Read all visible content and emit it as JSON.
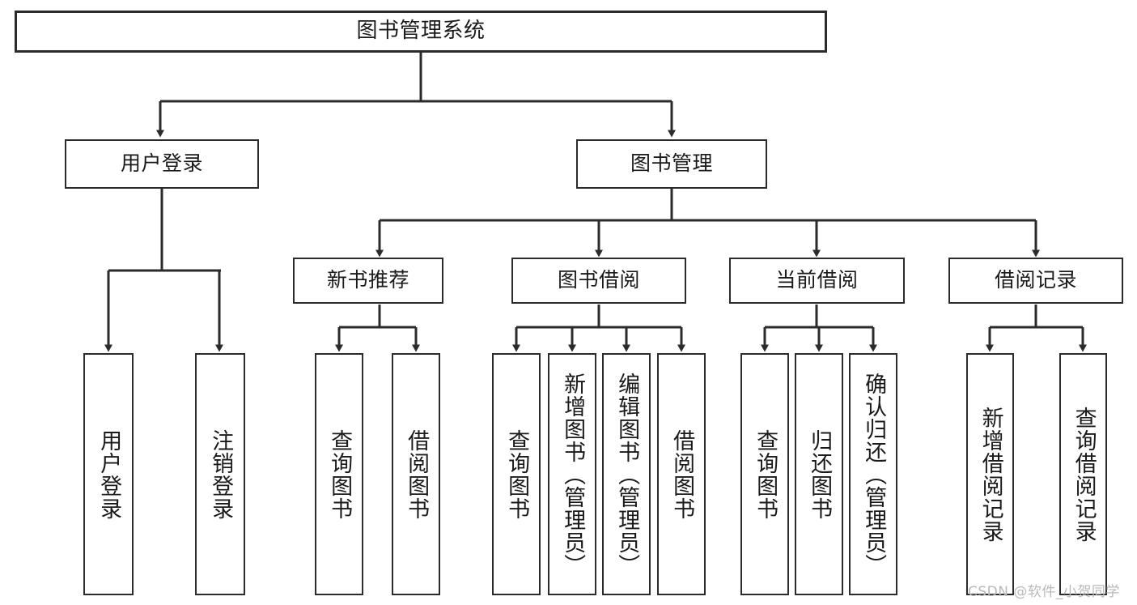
{
  "diagram": {
    "type": "tree-hierarchy",
    "title": "图书管理系统",
    "watermark": "CSDN @软件_小贺同学",
    "colors": {
      "stroke": "#2b2b2b",
      "fill": "#ffffff",
      "text": "#1a1a1a",
      "watermark": "#b9b9b9"
    },
    "nodes": {
      "root": {
        "label": "图书管理系统"
      },
      "level2": [
        {
          "label": "用户登录"
        },
        {
          "label": "图书管理"
        }
      ],
      "level3": [
        {
          "label": "新书推荐"
        },
        {
          "label": "图书借阅"
        },
        {
          "label": "当前借阅"
        },
        {
          "label": "借阅记录"
        }
      ],
      "leaves_user_login": [
        {
          "label": "用户登录"
        },
        {
          "label": "注销登录"
        }
      ],
      "leaves_new_book": [
        {
          "label": "查询图书"
        },
        {
          "label": "借阅图书"
        }
      ],
      "leaves_borrow": [
        {
          "label": "查询图书"
        },
        {
          "label": "新增图书（管理员）"
        },
        {
          "label": "编辑图书（管理员）"
        },
        {
          "label": "借阅图书"
        }
      ],
      "leaves_current": [
        {
          "label": "查询图书"
        },
        {
          "label": "归还图书"
        },
        {
          "label": "确认归还（管理员）"
        }
      ],
      "leaves_records": [
        {
          "label": "新增借阅记录"
        },
        {
          "label": "查询借阅记录"
        }
      ]
    }
  }
}
